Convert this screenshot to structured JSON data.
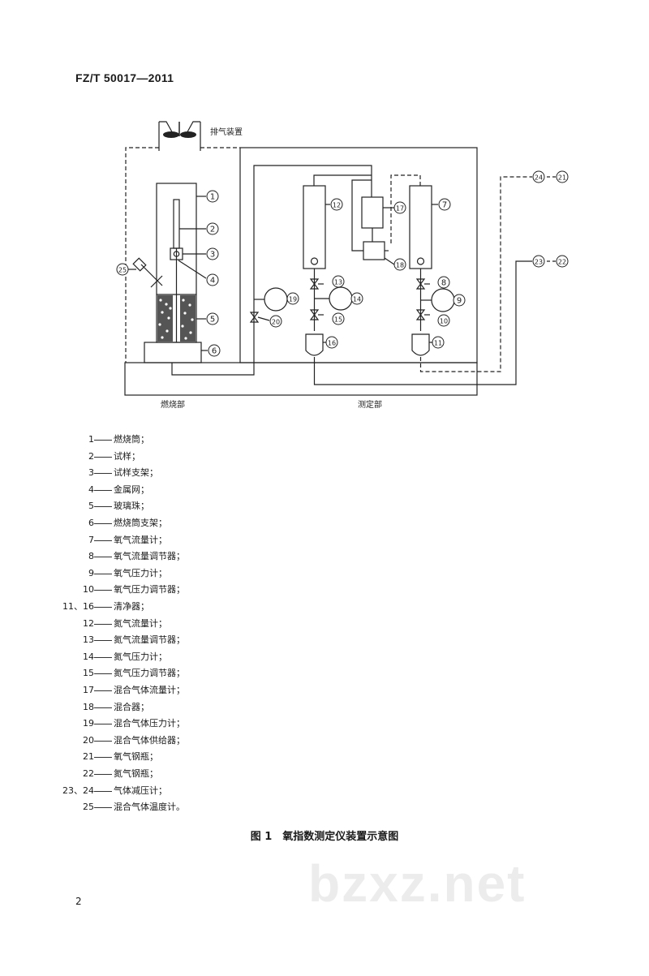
{
  "header": {
    "doc_code": "FZ/T 50017—2011"
  },
  "figure": {
    "exhaust_label": "排气装置",
    "combustion_label": "燃烧部",
    "measurement_label": "测定部",
    "callouts": [
      "1",
      "2",
      "3",
      "4",
      "5",
      "6",
      "7",
      "8",
      "9",
      "10",
      "11",
      "12",
      "13",
      "14",
      "15",
      "16",
      "17",
      "18",
      "19",
      "20",
      "21",
      "22",
      "23",
      "24",
      "25"
    ]
  },
  "legend": [
    {
      "num": "1",
      "text": "燃烧筒；"
    },
    {
      "num": "2",
      "text": "试样；"
    },
    {
      "num": "3",
      "text": "试样支架；"
    },
    {
      "num": "4",
      "text": "金属网；"
    },
    {
      "num": "5",
      "text": "玻璃珠；"
    },
    {
      "num": "6",
      "text": "燃烧筒支架；"
    },
    {
      "num": "7",
      "text": "氧气流量计；"
    },
    {
      "num": "8",
      "text": "氧气流量调节器；"
    },
    {
      "num": "9",
      "text": "氧气压力计；"
    },
    {
      "num": "10",
      "text": "氧气压力调节器；"
    },
    {
      "num": "11、16",
      "text": "清净器；"
    },
    {
      "num": "12",
      "text": "氮气流量计；"
    },
    {
      "num": "13",
      "text": "氮气流量调节器；"
    },
    {
      "num": "14",
      "text": "氮气压力计；"
    },
    {
      "num": "15",
      "text": "氮气压力调节器；"
    },
    {
      "num": "17",
      "text": "混合气体流量计；"
    },
    {
      "num": "18",
      "text": "混合器；"
    },
    {
      "num": "19",
      "text": "混合气体压力计；"
    },
    {
      "num": "20",
      "text": "混合气体供给器；"
    },
    {
      "num": "21",
      "text": "氧气钢瓶；"
    },
    {
      "num": "22",
      "text": "氮气钢瓶；"
    },
    {
      "num": "23、24",
      "text": "气体减压计；"
    },
    {
      "num": "25",
      "text": "混合气体温度计。"
    }
  ],
  "caption": "图 1　氧指数测定仪装置示意图",
  "page_number": "2",
  "watermark": "bzxz.net"
}
